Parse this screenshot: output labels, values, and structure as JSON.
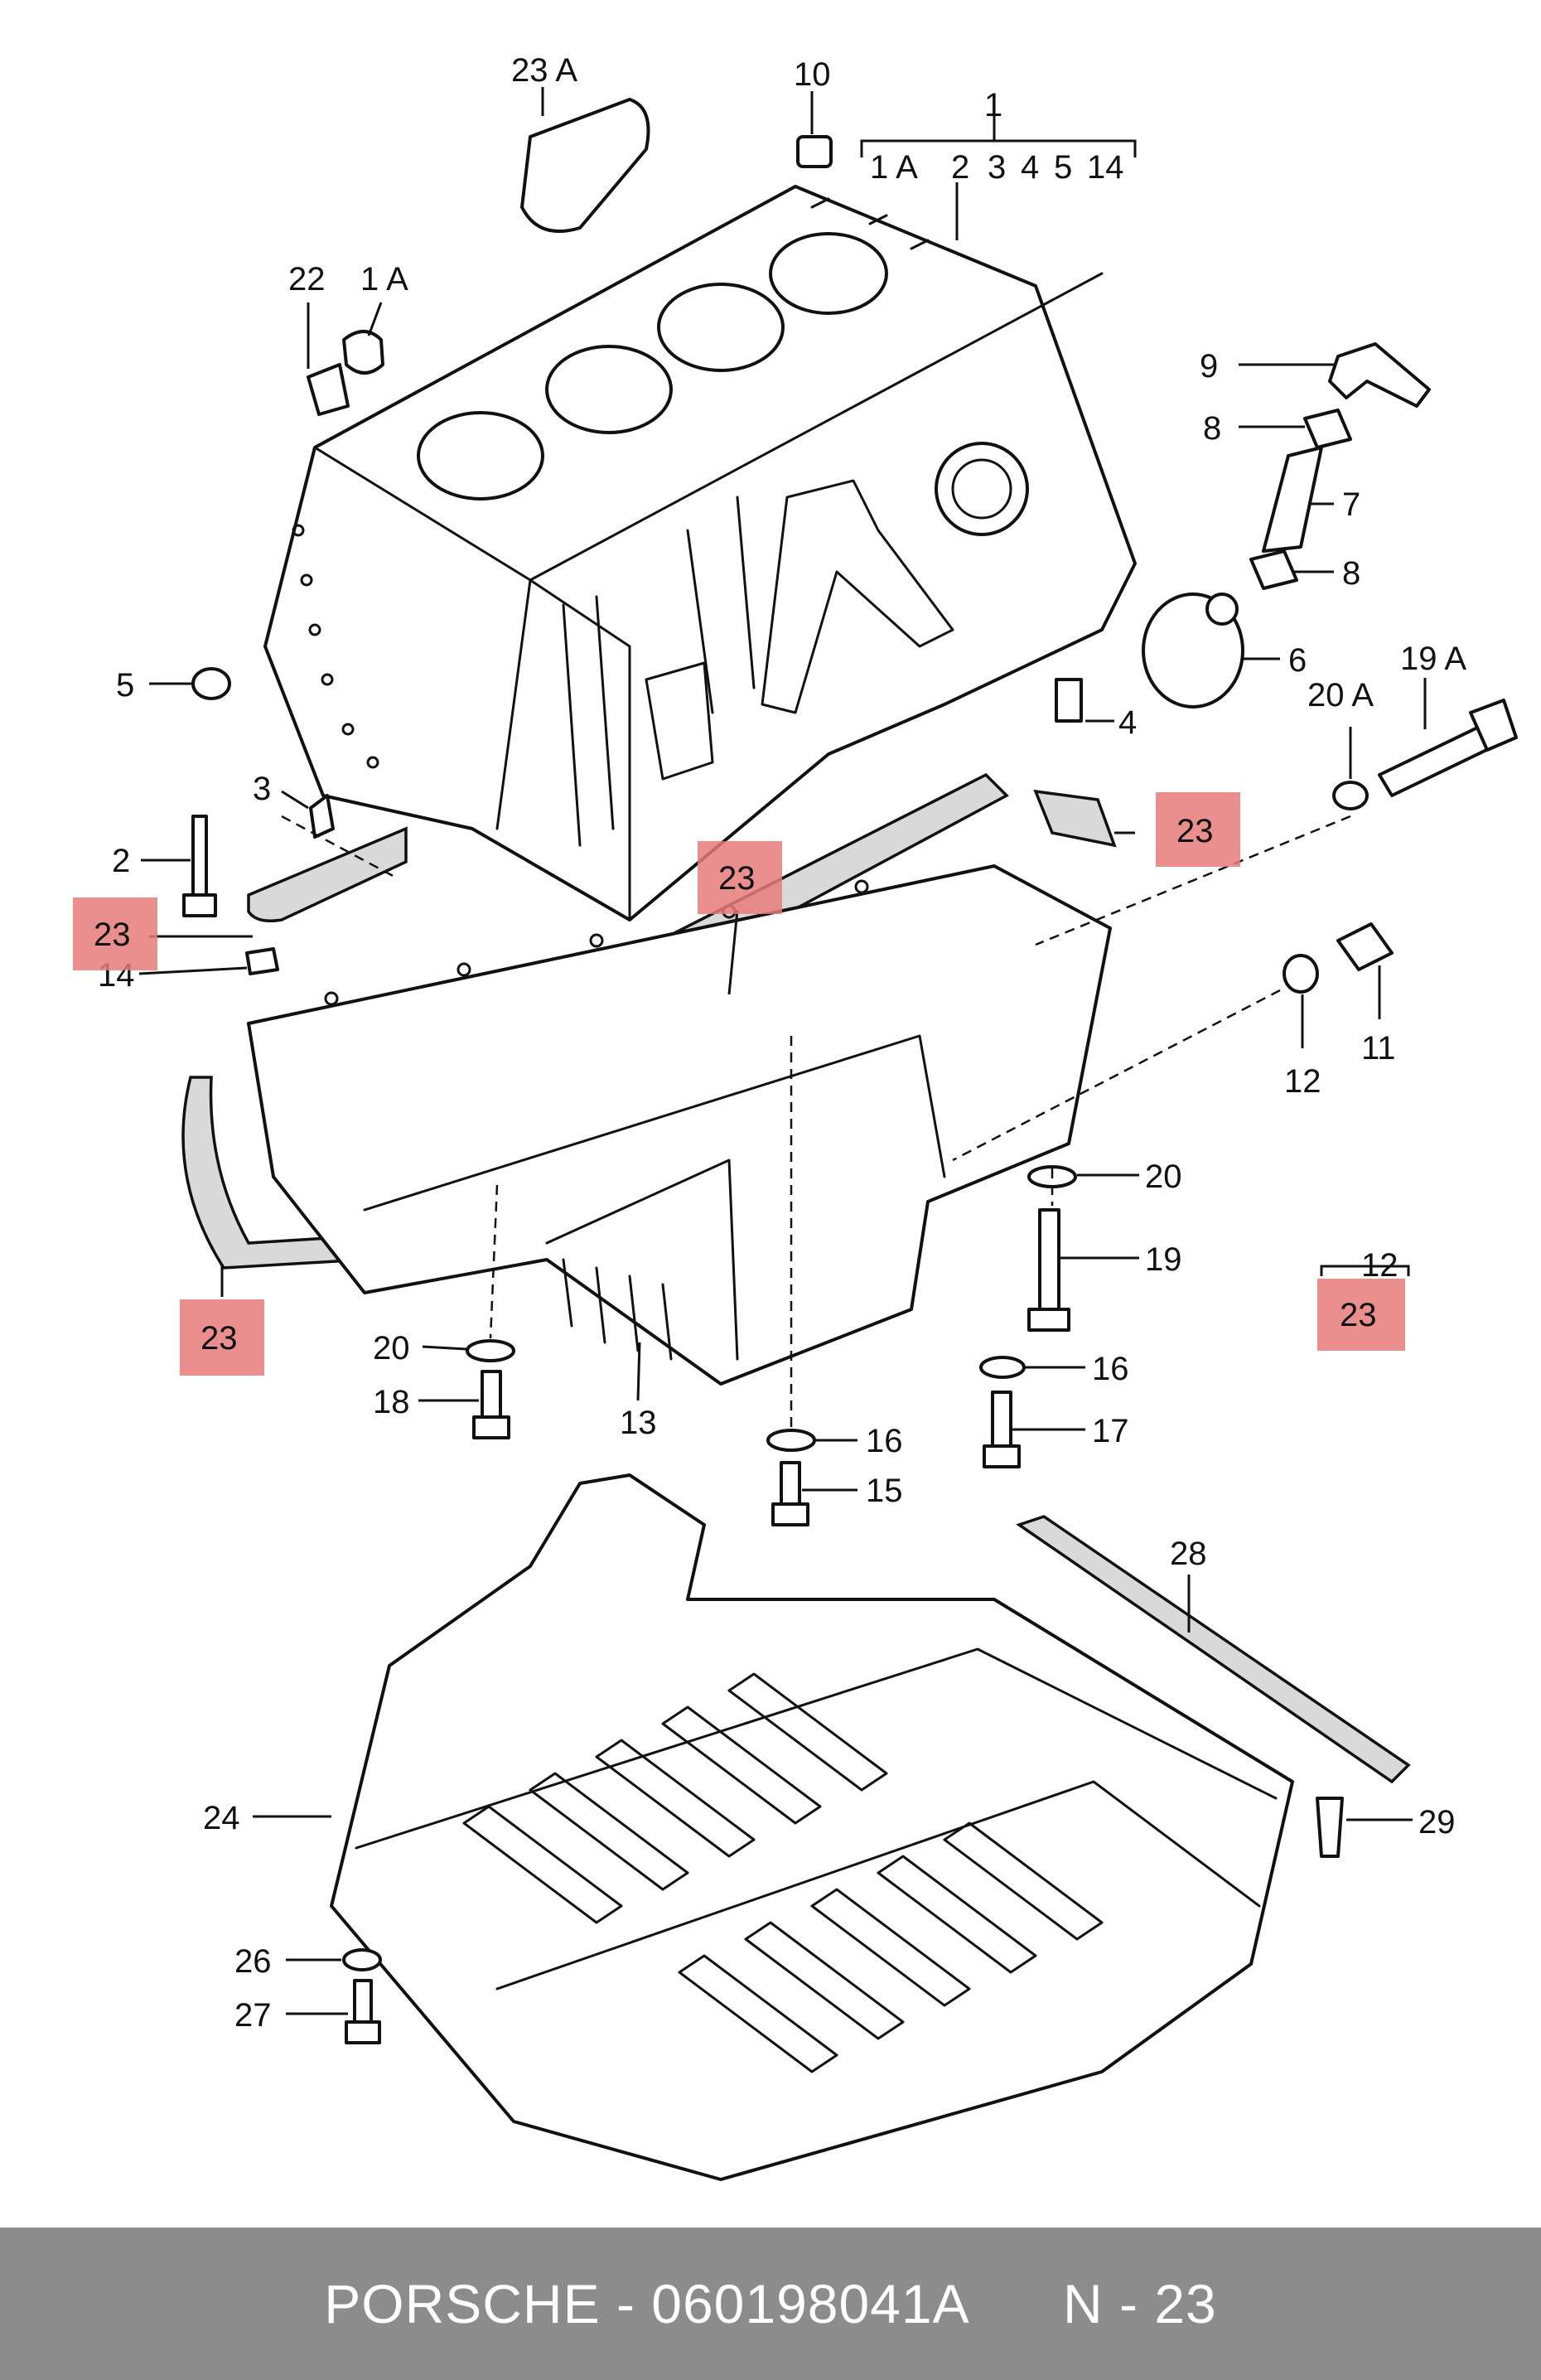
{
  "footer": {
    "brand": "PORSCHE",
    "separator": " - ",
    "part_number": "060198041A",
    "note": "N - 23"
  },
  "callouts": {
    "c23A": "23 A",
    "c10": "10",
    "c1": "1",
    "c1A_top": "1 A",
    "c2_top": "2",
    "c3_top": "3",
    "c4_top": "4",
    "c5_top": "5",
    "c14_top": "14",
    "c22": "22",
    "c1A": "1 A",
    "c9": "9",
    "c8a": "8",
    "c7": "7",
    "c8b": "8",
    "c6": "6",
    "c5": "5",
    "c4": "4",
    "c19A": "19 A",
    "c20A": "20 A",
    "c3": "3",
    "c2": "2",
    "c14": "14",
    "c11": "11",
    "c12": "12",
    "c20a": "20",
    "c19": "19",
    "c12b": "12",
    "c20b": "20",
    "c18": "18",
    "c13": "13",
    "c16a": "16",
    "c17": "17",
    "c16b": "16",
    "c15": "15",
    "c28": "28",
    "c24": "24",
    "c29": "29",
    "c26": "26",
    "c27": "27"
  },
  "highlights": {
    "h1": "23",
    "h2": "23",
    "h3": "23",
    "h4": "23",
    "h5": "23"
  },
  "colors": {
    "highlight": "#e87a7a",
    "footer_bg": "#8c8c8c",
    "footer_text": "#ffffff",
    "line": "#111111"
  }
}
